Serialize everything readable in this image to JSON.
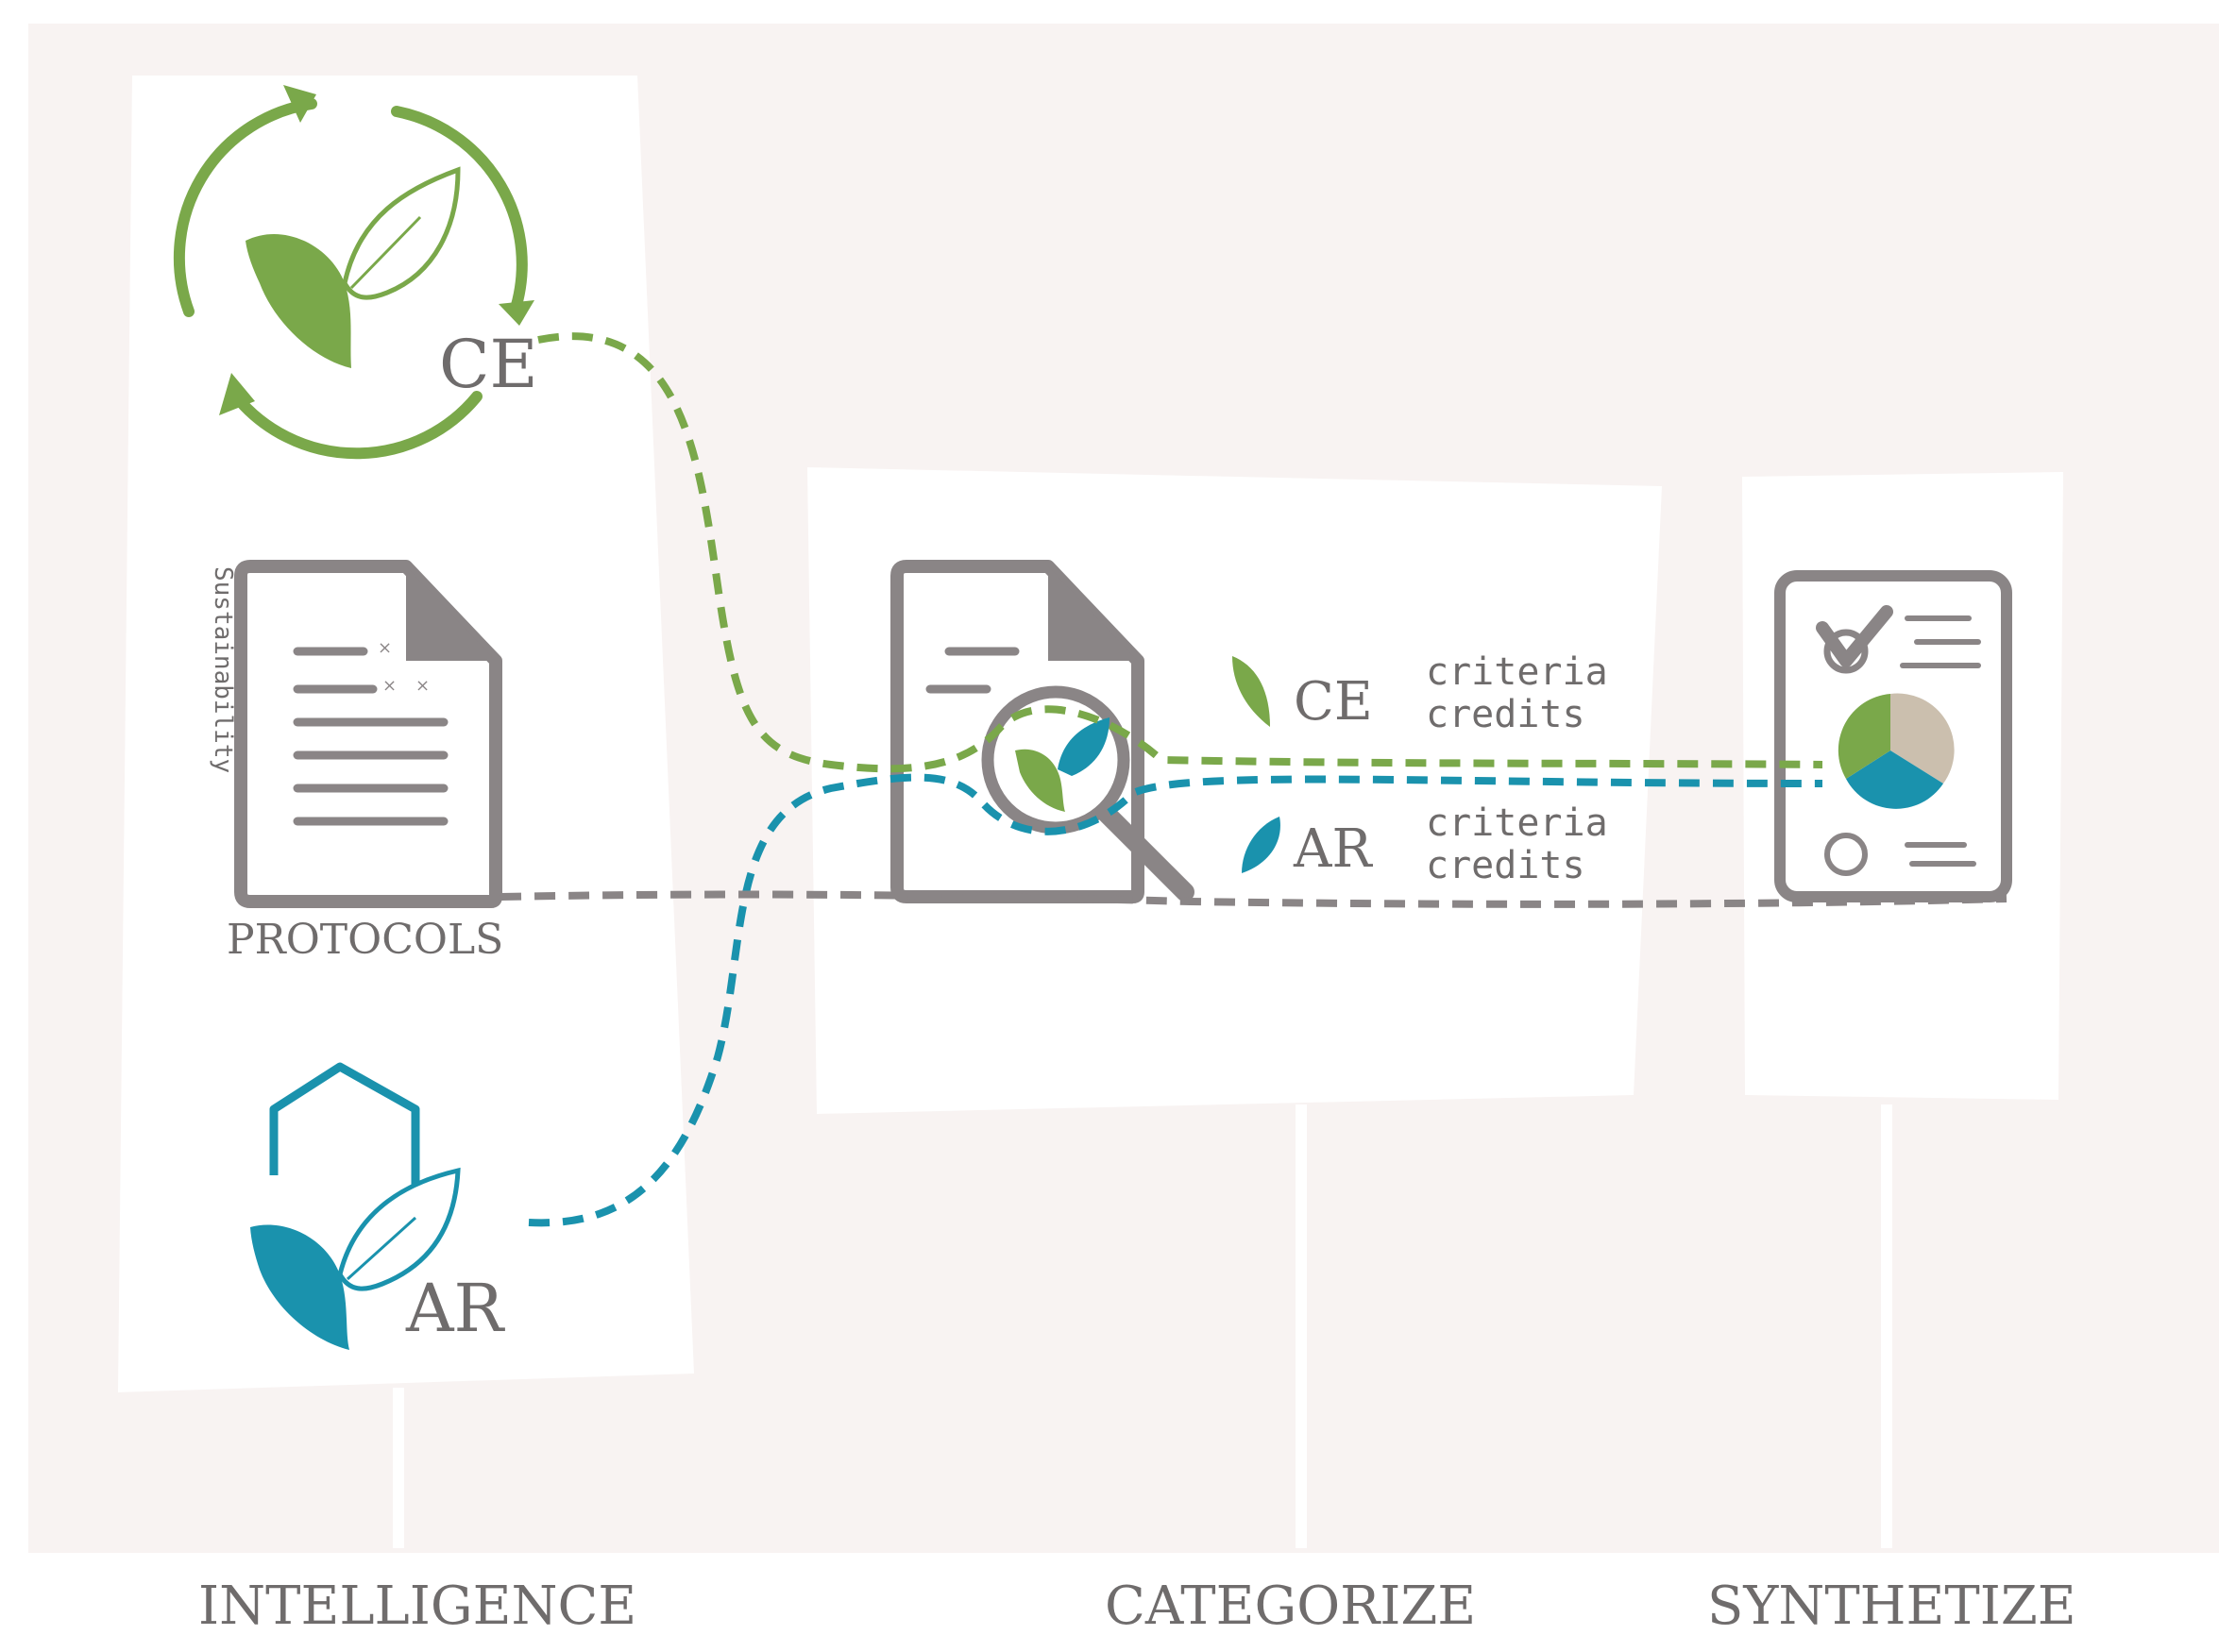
{
  "colors": {
    "background": "#ffffff",
    "canvas": "#f8f3f2",
    "panel": "#ffffff",
    "green": "#7aa84a",
    "teal": "#1a92ad",
    "gray": "#8a8586",
    "text": "#6f6c6c",
    "beige": "#cbbfae"
  },
  "stages": {
    "intelligence": "INTELLIGENCE",
    "categorize": "CATEGORIZE",
    "synthetize": "SYNTHETIZE"
  },
  "intelligence": {
    "ce_label": "CE",
    "protocols_label": "PROTOCOLS",
    "vertical_word": "Sustainability",
    "ar_label": "AR"
  },
  "categorize": {
    "ce_label": "CE",
    "ce_line1": "criteria",
    "ce_line2": "credits",
    "ar_label": "AR",
    "ar_line1": "criteria",
    "ar_line2": "credits"
  },
  "synthetize": {
    "pie_icon": "pie-chart-icon",
    "check_icon": "checkmark-icon"
  }
}
